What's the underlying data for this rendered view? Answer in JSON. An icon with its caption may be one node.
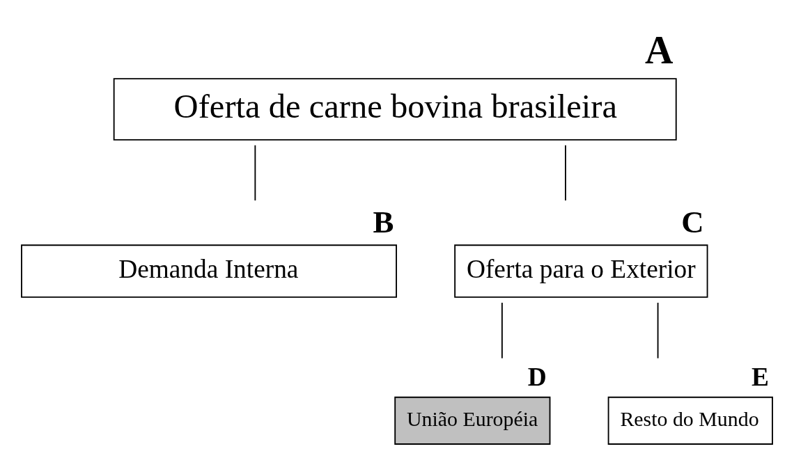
{
  "diagram": {
    "nodes": [
      {
        "text": [
          "A",
          "Oferta de carne bovina brasileira"
        ]
      },
      {
        "text": [
          "B",
          "Demanda Interna"
        ]
      },
      {
        "text": [
          "C",
          "Oferta para o Exterior"
        ]
      },
      {
        "text": [
          "D",
          "União Européia"
        ]
      },
      {
        "text": [
          "E",
          "Resto do Mundo"
        ]
      }
    ],
    "edges": [
      {
        "from": 0,
        "to": 1,
        "arrow": "none"
      },
      {
        "from": 0,
        "to": 2,
        "arrow": "none"
      },
      {
        "from": 2,
        "to": 3,
        "arrow": "none"
      },
      {
        "from": 2,
        "to": 4,
        "arrow": "none"
      }
    ]
  }
}
